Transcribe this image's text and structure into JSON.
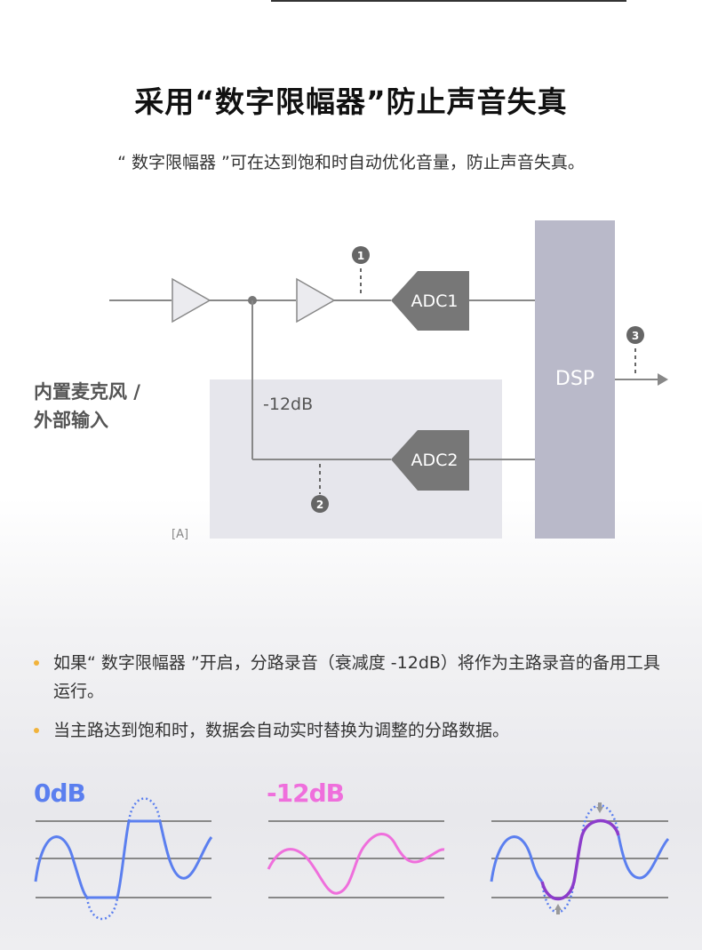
{
  "title": "采用“数字限幅器”防止声音失真",
  "subtitle": "“ 数字限幅器 ”可在达到饱和时自动优化音量，防止声音失真。",
  "diagram": {
    "input_label_line1": "内置麦克风 /",
    "input_label_line2": "外部输入",
    "adc1_label": "ADC1",
    "adc2_label": "ADC2",
    "dsp_label": "DSP",
    "attenuation_label": "-12dB",
    "box_label": "[A]",
    "marker_1": "1",
    "marker_2": "2",
    "marker_3": "3"
  },
  "bullets": [
    "如果“ 数字限幅器 ”开启，分路录音（衰减度 -12dB）将作为主路录音的备用工具运行。",
    "当主路达到饱和时，数据会自动实时替换为调整的分路数据。"
  ],
  "waves": {
    "label_0db": "0dB",
    "label_minus12db": "-12dB"
  },
  "colors": {
    "accent_blue": "#5b7fef",
    "accent_pink": "#ef6fdc",
    "accent_purple": "#8c3ccb",
    "bullet_dot": "#f1b33b",
    "dsp_fill": "#b9b9c9",
    "box_fill": "#e6e6ec",
    "adc_fill": "#777777"
  }
}
